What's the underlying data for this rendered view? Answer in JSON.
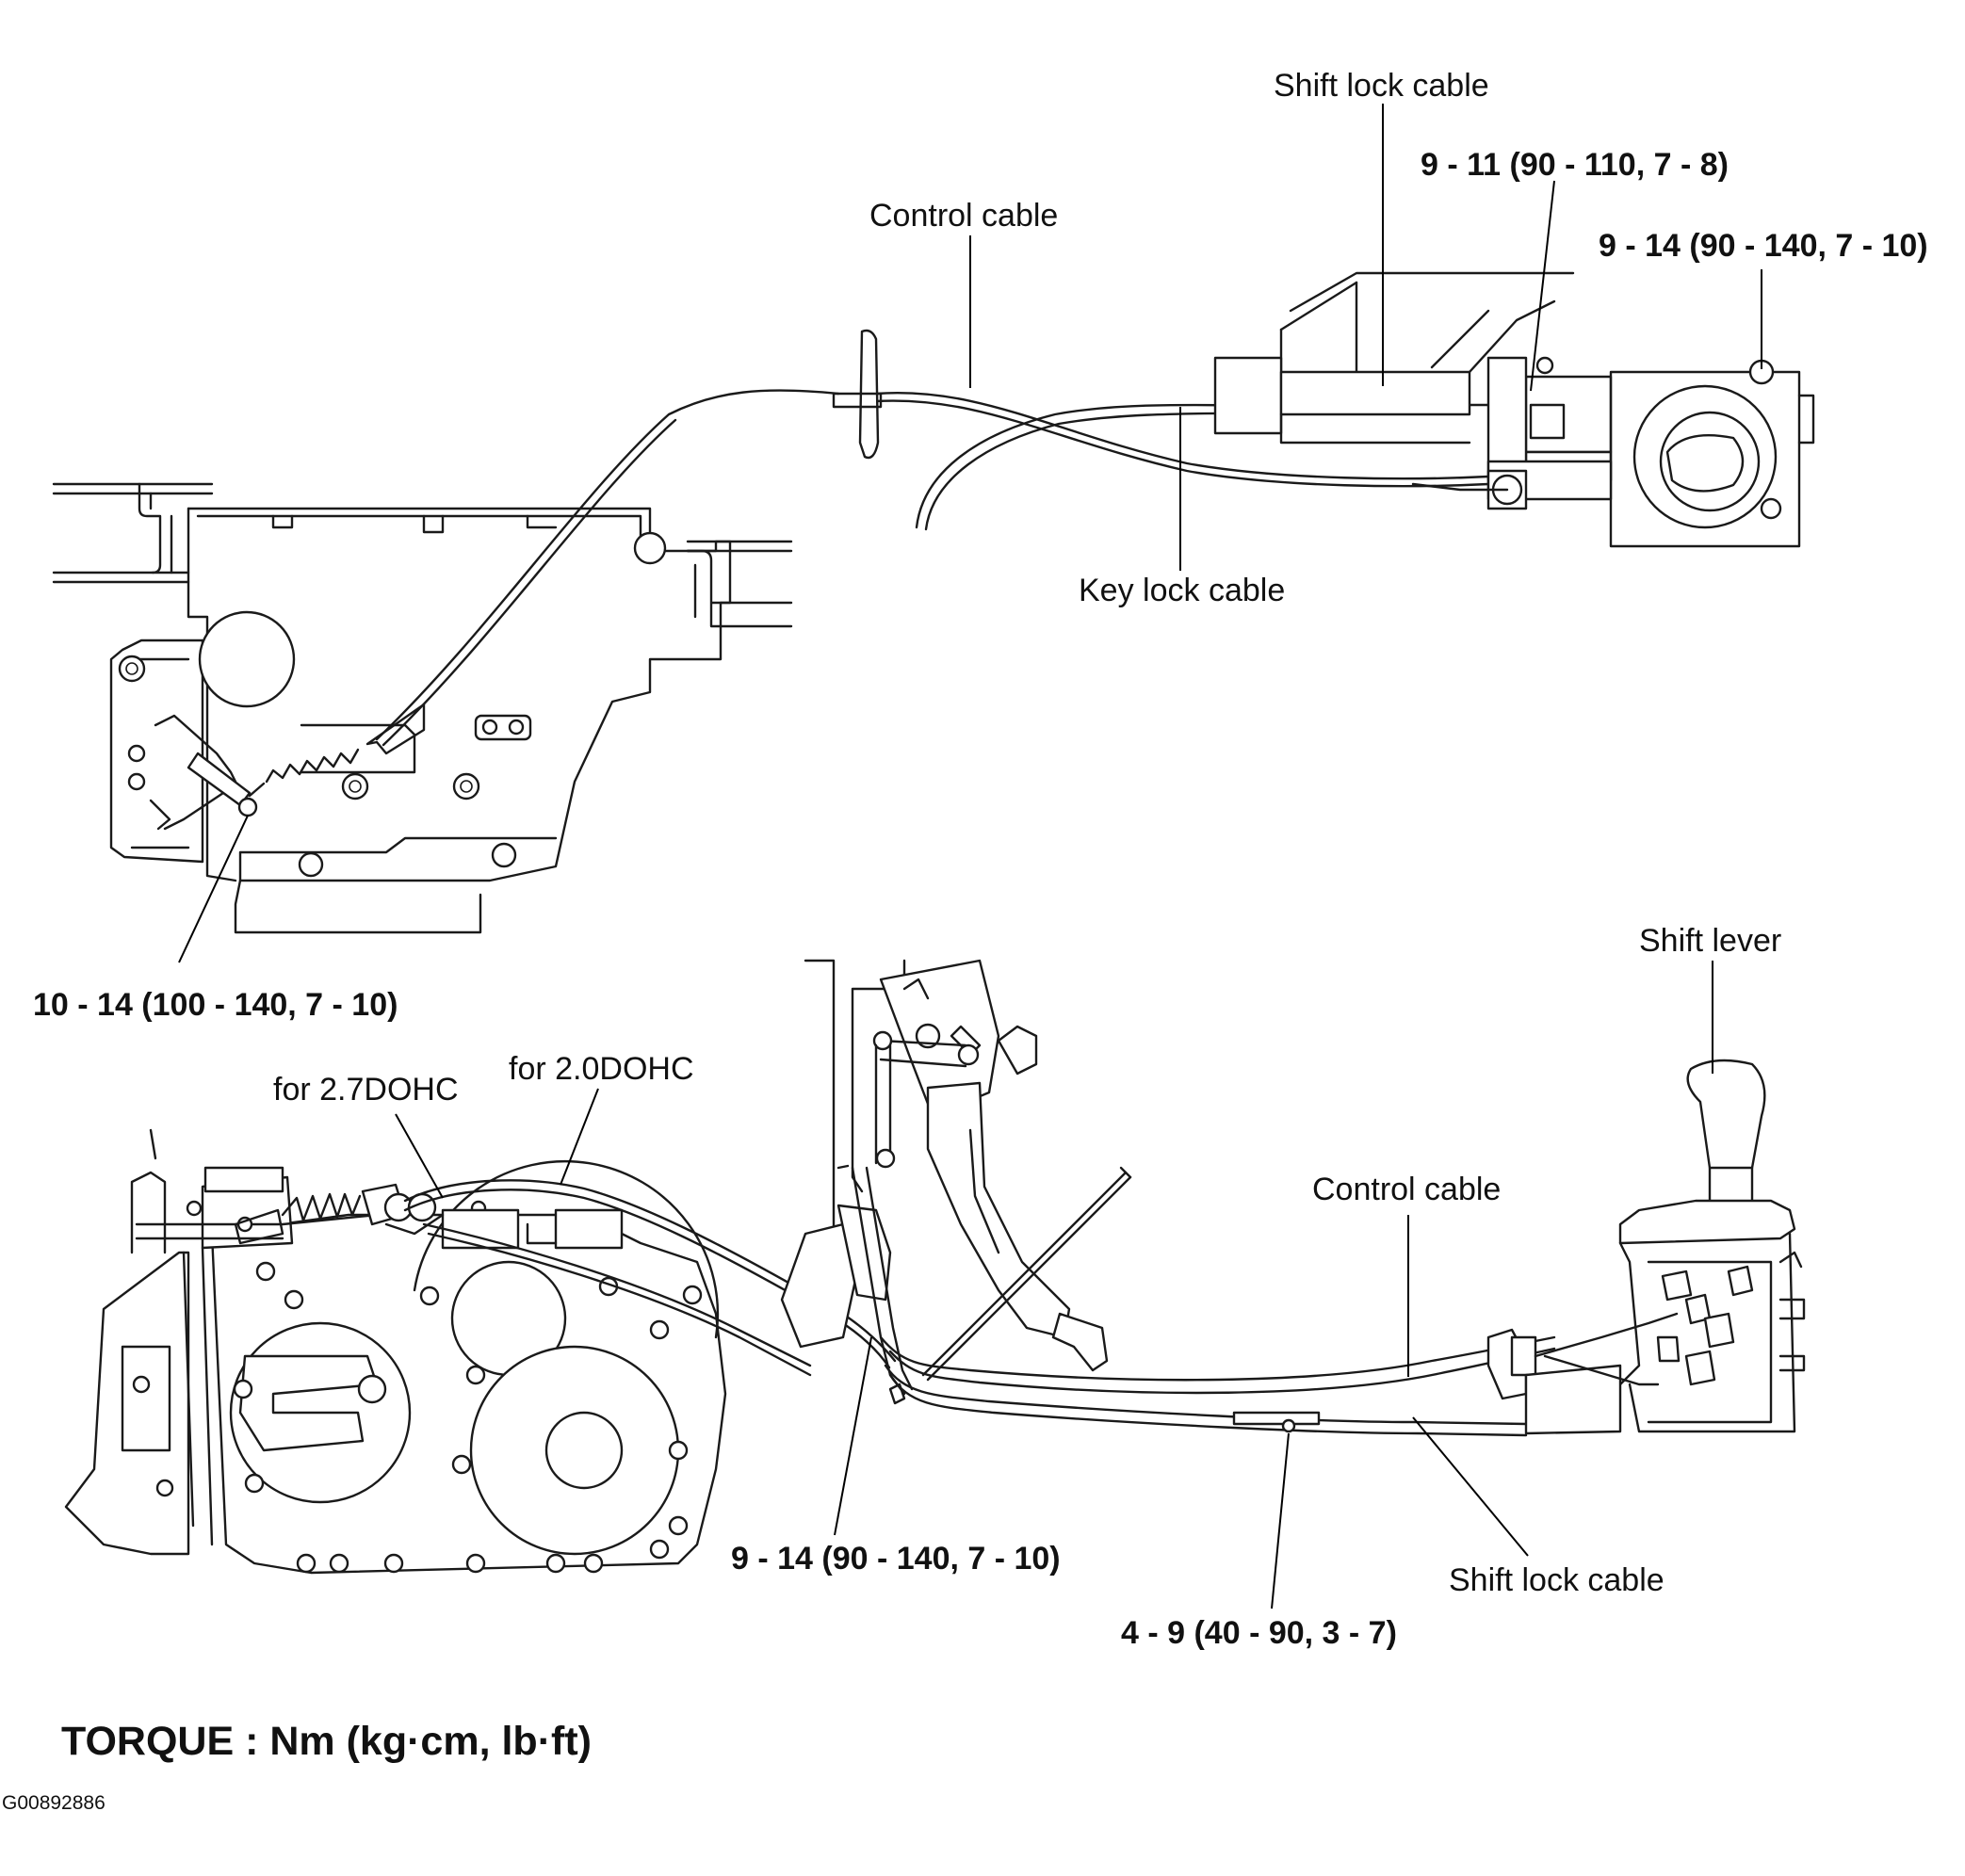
{
  "labels": {
    "shift_lock_cable_top": "Shift lock cable",
    "torque_9_11_top": "9 - 11 (90 - 110, 7 - 8)",
    "control_cable_top": "Control cable",
    "torque_9_14_top_right": "9 - 14 (90 - 140, 7 - 10)",
    "key_lock_cable": "Key lock cable",
    "torque_10_14": "10 - 14 (100 - 140, 7 - 10)",
    "shift_lever": "Shift lever",
    "for_2_0dohc": "for 2.0DOHC",
    "for_2_7dohc": "for 2.7DOHC",
    "control_cable_bottom": "Control cable",
    "torque_9_14_bottom": "9 - 14 (90 - 140, 7 - 10)",
    "shift_lock_cable_bottom": "Shift lock cable",
    "torque_4_9": "4 - 9 (40 - 90, 3 - 7)"
  },
  "legend": {
    "torque_units": "TORQUE : Nm (kg·cm, lb·ft)",
    "figure_code": "G00892886"
  }
}
